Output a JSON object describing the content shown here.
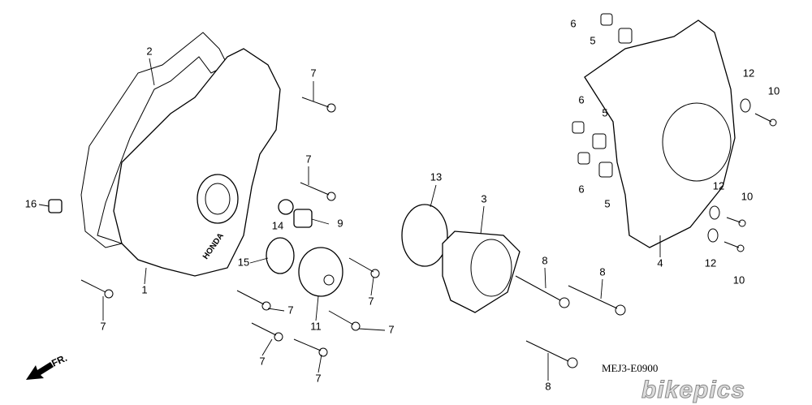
{
  "diagram": {
    "callouts": [
      "2",
      "7",
      "7",
      "16",
      "14",
      "9",
      "15",
      "1",
      "7",
      "7",
      "11",
      "7",
      "7",
      "7",
      "7",
      "13",
      "3",
      "8",
      "8",
      "8",
      "6",
      "5",
      "12",
      "10",
      "6",
      "5",
      "6",
      "5",
      "12",
      "10",
      "4",
      "12",
      "10"
    ],
    "diagram_code": "MEJ3-E0900",
    "direction_label": "FR.",
    "cover_brand": "HONDA",
    "watermark": "bikepics"
  }
}
